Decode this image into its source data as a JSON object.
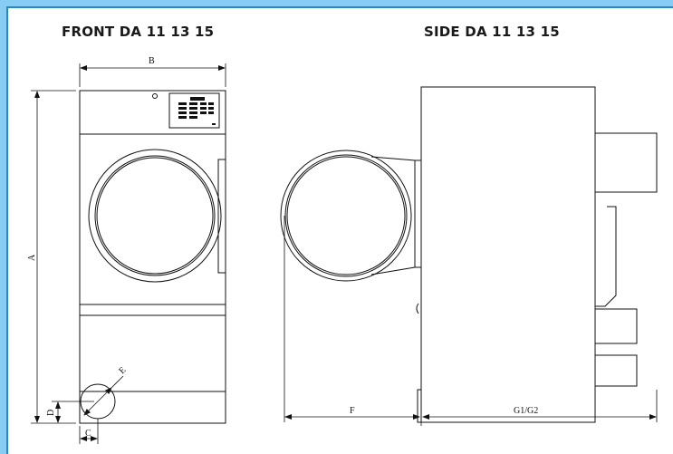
{
  "front": {
    "title": "FRONT DA 11 13 15"
  },
  "side": {
    "title": "SIDE DA 11 13 15"
  },
  "dimensions": {
    "a": "A",
    "b": "B",
    "c": "C",
    "d": "D",
    "e": "E",
    "f": "F",
    "g": "G1/G2"
  },
  "colors": {
    "background": "#87cdf3",
    "border": "#2d86c4",
    "line": "#111111"
  }
}
